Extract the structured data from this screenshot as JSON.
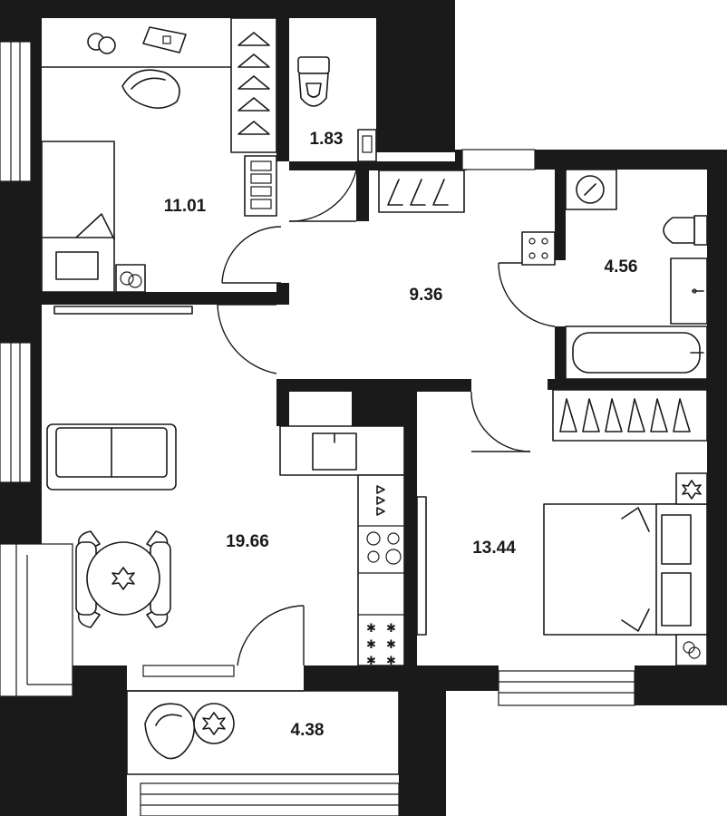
{
  "rooms": [
    {
      "id": "bedroom-small",
      "area": "11.01"
    },
    {
      "id": "toilet",
      "area": "1.83"
    },
    {
      "id": "hallway",
      "area": "9.36"
    },
    {
      "id": "bathroom",
      "area": "4.56"
    },
    {
      "id": "living-kitchen",
      "area": "19.66"
    },
    {
      "id": "bedroom-large",
      "area": "13.44"
    },
    {
      "id": "balcony",
      "area": "4.38"
    }
  ],
  "colors": {
    "wall": "#1a1a1a",
    "background": "#ffffff",
    "line": "#1a1a1a"
  }
}
